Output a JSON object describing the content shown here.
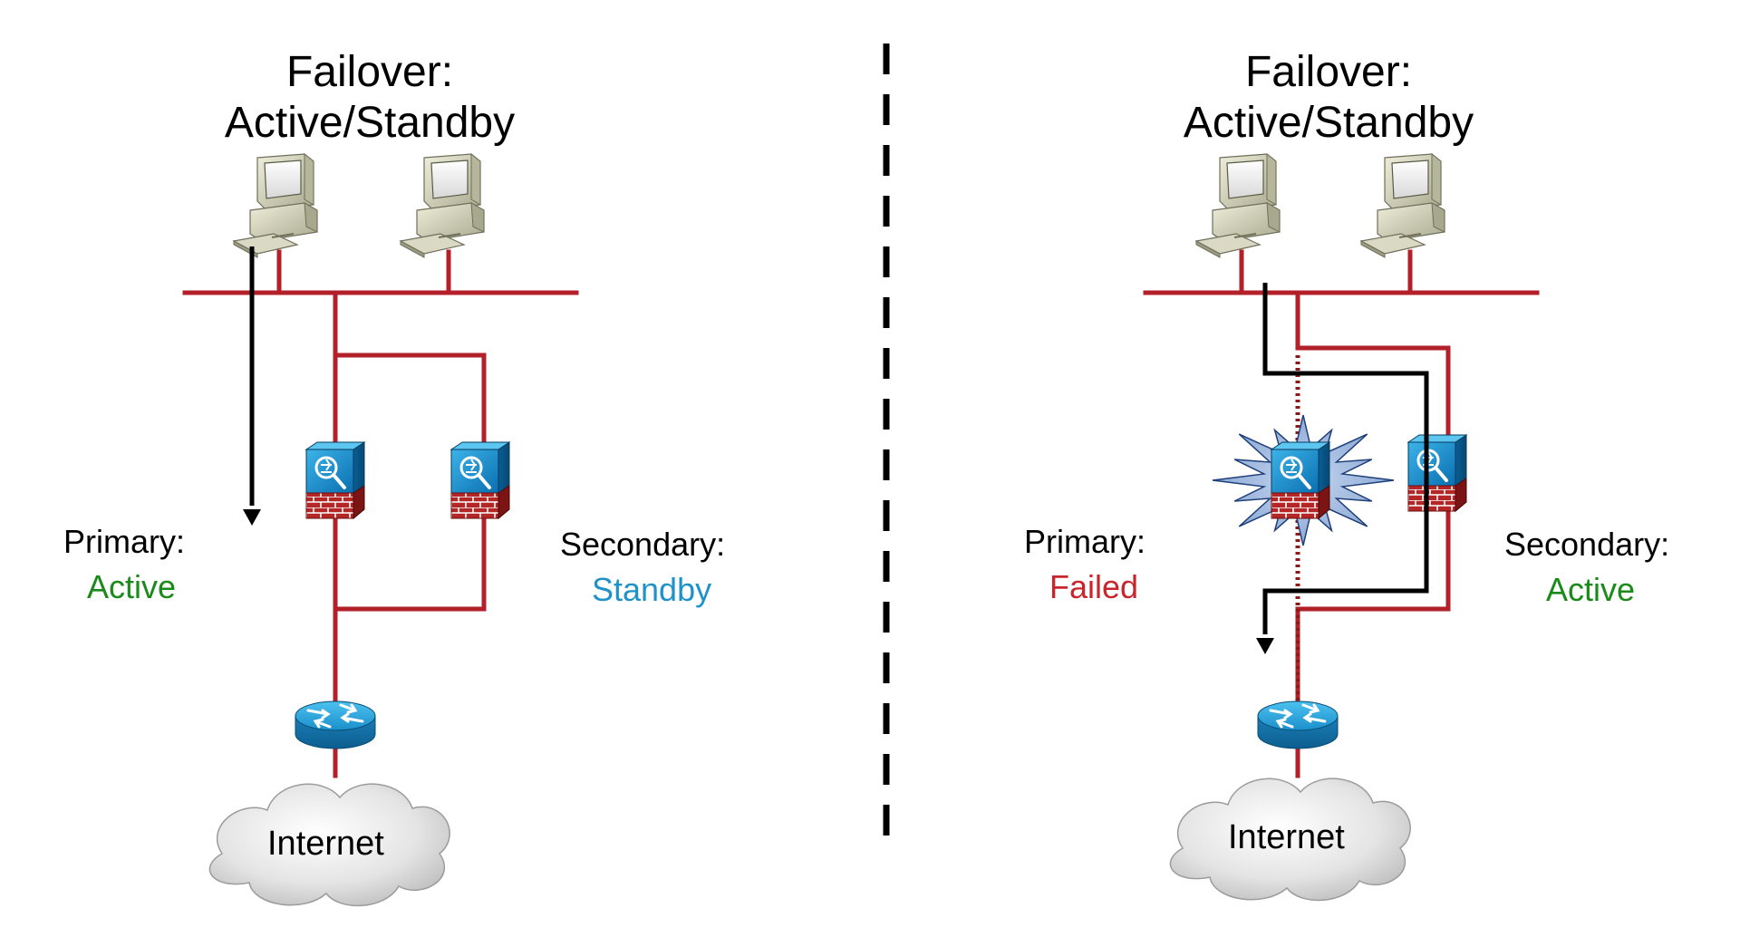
{
  "colors": {
    "network_line": "#b3202a",
    "traffic_arrow": "#000000",
    "active": "#1a8a1a",
    "standby": "#1f93c9",
    "failed": "#c8252c",
    "divider": "#000000"
  },
  "icons": [
    "pc-workstation-icon",
    "asa-firewall-icon",
    "router-icon",
    "internet-cloud-icon",
    "explosion-icon"
  ],
  "left": {
    "title_line1": "Failover:",
    "title_line2": "Active/Standby",
    "primary_label": "Primary:",
    "primary_state": "Active",
    "secondary_label": "Secondary:",
    "secondary_state": "Standby",
    "cloud_label": "Internet"
  },
  "right": {
    "title_line1": "Failover:",
    "title_line2": "Active/Standby",
    "primary_label": "Primary:",
    "primary_state": "Failed",
    "secondary_label": "Secondary:",
    "secondary_state": "Active",
    "cloud_label": "Internet"
  }
}
